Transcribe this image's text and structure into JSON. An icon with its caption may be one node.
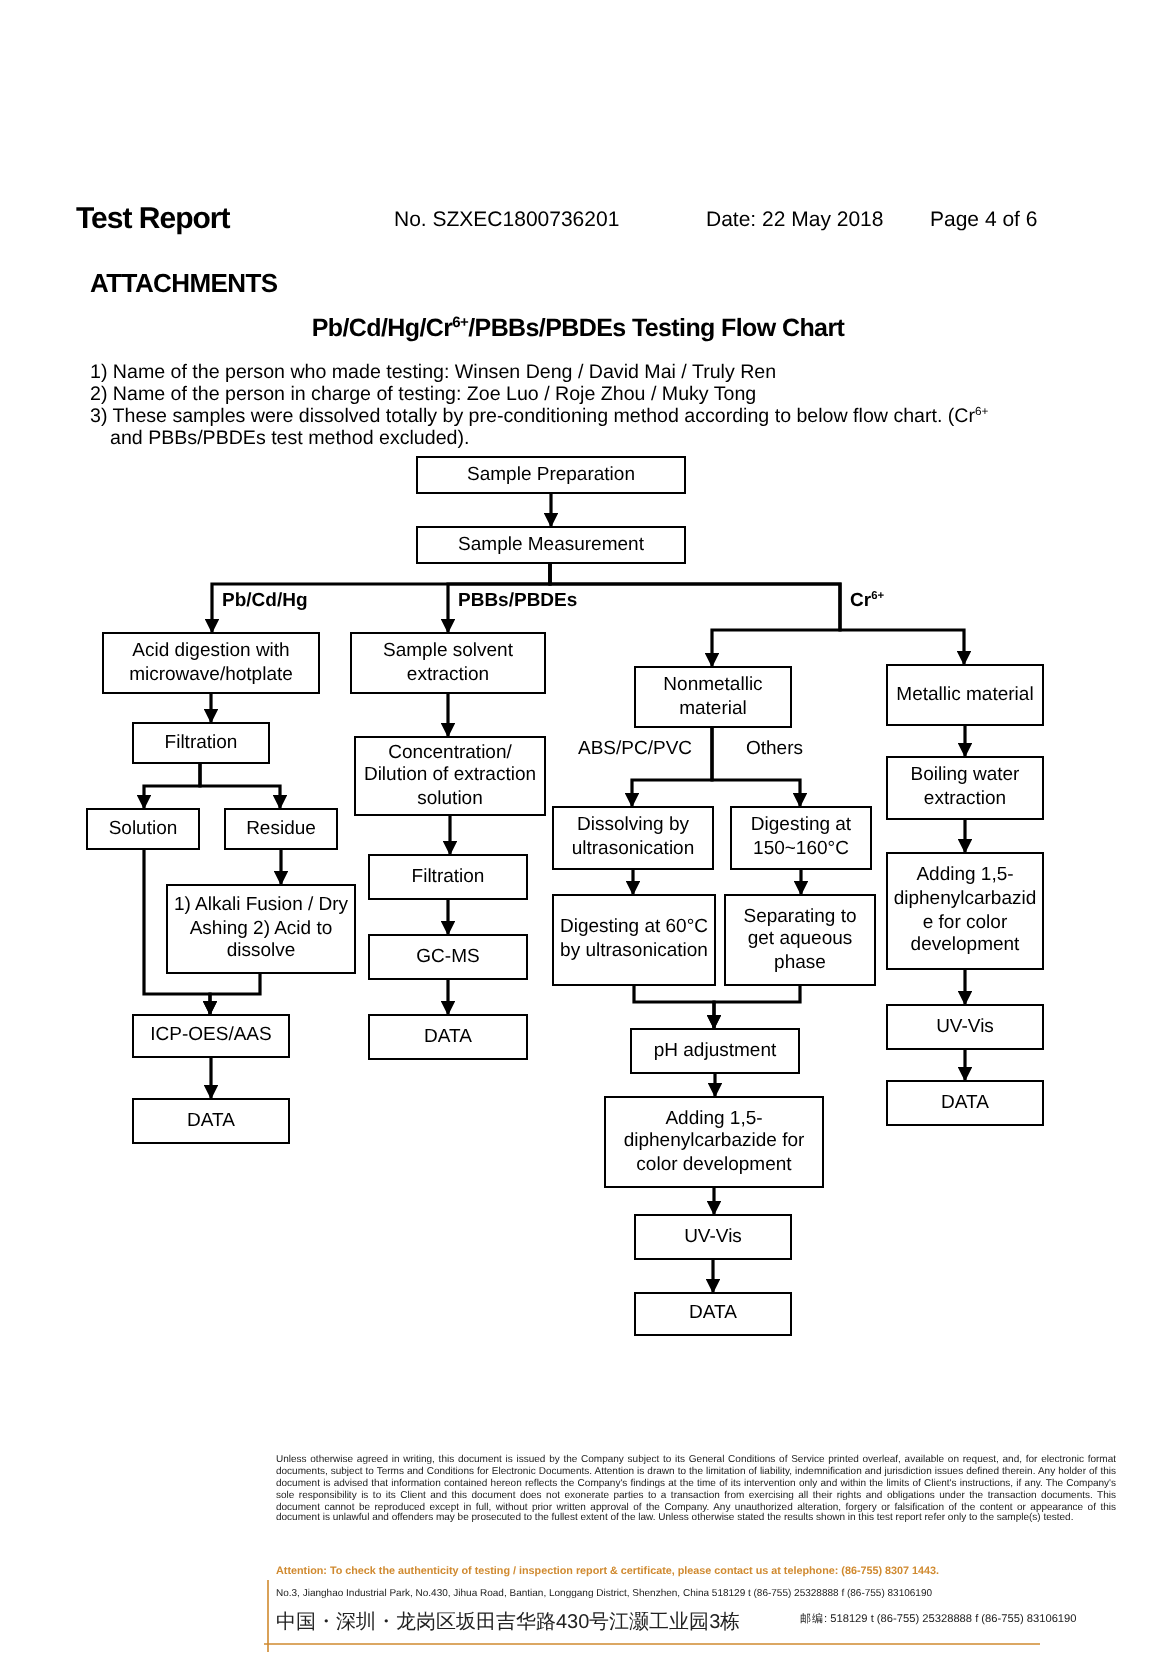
{
  "diagram": {
    "title": "Pb/Cd/Hg/Cr$^{6+}$/PBBs/PBDEs Testing Flow Chart",
    "nodes": [
      {
        "text": [
          "Sample Preparation"
        ]
      },
      {
        "text": [
          "Sample Measurement"
        ]
      },
      {
        "text": [
          "Acid digestion with microwave/hotplate"
        ]
      },
      {
        "text": [
          "Filtration"
        ]
      },
      {
        "text": [
          "Solution"
        ]
      },
      {
        "text": [
          "Residue"
        ]
      },
      {
        "text": [
          "1) Alkali Fusion / Dry Ashing 2) Acid to dissolve"
        ]
      },
      {
        "text": [
          "ICP-OES/AAS"
        ]
      },
      {
        "text": [
          "DATA"
        ]
      },
      {
        "text": [
          "Sample solvent extraction"
        ]
      },
      {
        "text": [
          "Concentration/ Dilution of extraction solution"
        ]
      },
      {
        "text": [
          "Filtration"
        ]
      },
      {
        "text": [
          "GC-MS"
        ]
      },
      {
        "text": [
          "DATA"
        ]
      },
      {
        "text": [
          "Nonmetallic material"
        ]
      },
      {
        "text": [
          "Metallic material"
        ]
      },
      {
        "text": [
          "Dissolving by ultrasonication"
        ]
      },
      {
        "text": [
          "Digesting at 150~160°C"
        ]
      },
      {
        "text": [
          "Digesting at 60°C by ultrasonication"
        ]
      },
      {
        "text": [
          "Separating to get aqueous phase"
        ]
      },
      {
        "text": [
          "pH adjustment"
        ]
      },
      {
        "text": [
          "Adding 1,5-diphenylcarbazide for color development"
        ]
      },
      {
        "text": [
          "UV-Vis"
        ]
      },
      {
        "text": [
          "DATA"
        ]
      },
      {
        "text": [
          "Boiling water extraction"
        ]
      },
      {
        "text": [
          "Adding 1,5-diphenylcarbazide for color development"
        ]
      },
      {
        "text": [
          "UV-Vis"
        ]
      },
      {
        "text": [
          "DATA"
        ]
      }
    ],
    "edges": [
      {
        "from": 0,
        "to": 1,
        "arrow": "to"
      },
      {
        "from": 1,
        "to": 2,
        "arrow": "to",
        "label": "Pb/Cd/Hg"
      },
      {
        "from": 1,
        "to": 9,
        "arrow": "to",
        "label": "PBBs/PBDEs"
      },
      {
        "from": 1,
        "to": 14,
        "arrow": "to",
        "label": "Cr$^{6+}$"
      },
      {
        "from": 1,
        "to": 15,
        "arrow": "to"
      },
      {
        "from": 2,
        "to": 3,
        "arrow": "to"
      },
      {
        "from": 3,
        "to": 4,
        "arrow": "to"
      },
      {
        "from": 3,
        "to": 5,
        "arrow": "to"
      },
      {
        "from": 5,
        "to": 6,
        "arrow": "to"
      },
      {
        "from": 4,
        "to": 7,
        "arrow": "to"
      },
      {
        "from": 6,
        "to": 7,
        "arrow": "to"
      },
      {
        "from": 7,
        "to": 8,
        "arrow": "to"
      },
      {
        "from": 9,
        "to": 10,
        "arrow": "to"
      },
      {
        "from": 10,
        "to": 11,
        "arrow": "to"
      },
      {
        "from": 11,
        "to": 12,
        "arrow": "to"
      },
      {
        "from": 12,
        "to": 13,
        "arrow": "to"
      },
      {
        "from": 14,
        "to": 16,
        "arrow": "to",
        "label": "ABS/PC/PVC"
      },
      {
        "from": 14,
        "to": 17,
        "arrow": "to",
        "label": "Others"
      },
      {
        "from": 16,
        "to": 18,
        "arrow": "to"
      },
      {
        "from": 17,
        "to": 19,
        "arrow": "to"
      },
      {
        "from": 18,
        "to": 20,
        "arrow": "to"
      },
      {
        "from": 19,
        "to": 20,
        "arrow": "to"
      },
      {
        "from": 20,
        "to": 21,
        "arrow": "to"
      },
      {
        "from": 21,
        "to": 22,
        "arrow": "to"
      },
      {
        "from": 22,
        "to": 23,
        "arrow": "to"
      },
      {
        "from": 15,
        "to": 24,
        "arrow": "to"
      },
      {
        "from": 24,
        "to": 25,
        "arrow": "to"
      },
      {
        "from": 25,
        "to": 26,
        "arrow": "to"
      },
      {
        "from": 26,
        "to": 27,
        "arrow": "to"
      }
    ],
    "labels": [
      "Test Report",
      "No. SZXEC1800736201",
      "Date: 22 May 2018",
      "Page 4 of 6",
      "ATTACHMENTS",
      "1) Name of the person who made testing: Winsen Deng / David Mai / Truly Ren",
      "2) Name of the person in charge of testing: Zoe Luo / Roje Zhou / Muky Tong",
      "3) These samples were dissolved totally by pre-conditioning method according to below flow chart. (Cr$^{6+}$ and PBBs/PBDEs test method excluded).",
      "Unless otherwise agreed in writing, this document is issued by the Company subject to its General Conditions of Service printed overleaf, available on request, and, for electronic format documents, subject to Terms and Conditions for Electronic Documents. Attention is drawn to the limitation of liability, indemnification and jurisdiction issues defined therein. Any holder of this document is advised that information contained hereon reflects the Company's findings at the time of its intervention only and within the limits of Client's instructions, if any. The Company's sole responsibility is to its Client and this document does not exonerate parties to a transaction from exercising all their rights and obligations under the transaction documents. This document cannot be reproduced except in full, without prior written approval of the Company. Any unauthorized alteration, forgery or falsification of the content or appearance of this document is unlawful and offenders may be prosecuted to the fullest extent of the law. Unless otherwise stated the results shown in this test report refer only to the sample(s) tested.",
      "Attention: To check the authenticity of testing / inspection report & certificate, please contact us at telephone: (86-755) 8307 1443.",
      "No.3, Jianghao Industrial Park, No.430, Jihua Road, Bantian, Longgang District, Shenzhen, China 518129 t (86-755) 25328888 f (86-755) 83106190",
      "中国・深圳・龙岗区坂田吉华路430号江灏工业园3栋",
      "邮编: 518129 t (86-755) 25328888 f (86-755) 83106190"
    ]
  }
}
